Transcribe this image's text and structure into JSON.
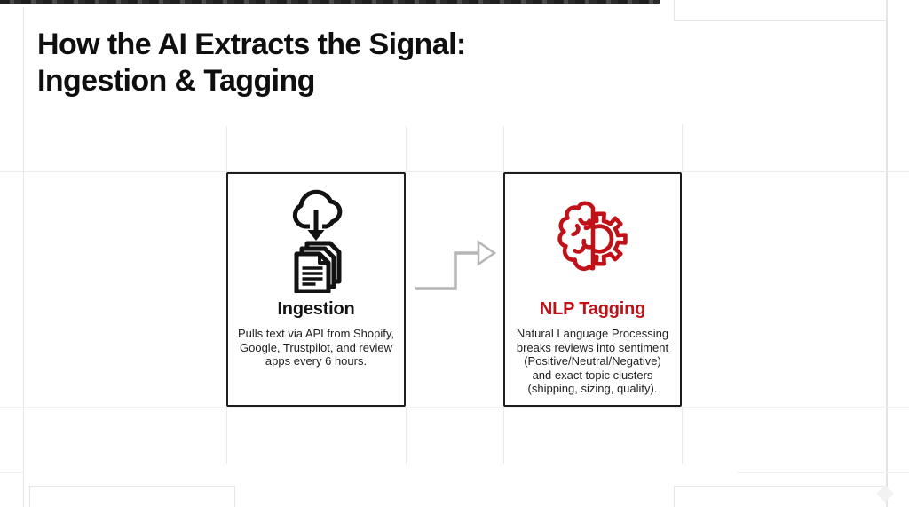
{
  "slide": {
    "title_line1": "How the AI Extracts the Signal:",
    "title_line2": "Ingestion & Tagging"
  },
  "cards": [
    {
      "id": "ingestion",
      "icon": "cloud-download-documents-icon",
      "title": "Ingestion",
      "body_lines": [
        "Pulls text via API from Shopify,",
        "Google, Trustpilot, and review",
        "apps every 6 hours."
      ]
    },
    {
      "id": "nlp-tagging",
      "icon": "brain-gear-icon",
      "title": "NLP Tagging",
      "body_lines": [
        "Natural Language Processing",
        "breaks reviews into sentiment",
        "(Positive/Neutral/Negative)",
        "and exact topic clusters",
        "(shipping, sizing, quality)."
      ]
    }
  ],
  "connector": {
    "type": "elbow-arrow",
    "direction": "ingestion-to-nlp-tagging",
    "color": "#b5b5b5"
  },
  "colors": {
    "background": "#ffffff",
    "accent_red": "#c01118",
    "card_border": "#1c1c1c",
    "title_text": "#0f0f0f",
    "body_text": "#1e1e1e",
    "grid_line": "#eaeaea",
    "arrow_gray": "#b5b5b5"
  }
}
